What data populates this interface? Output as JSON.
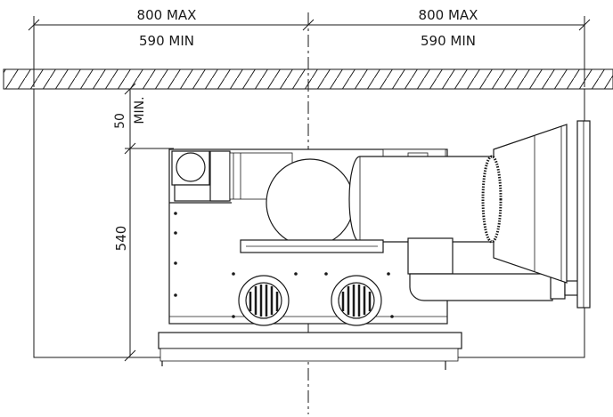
{
  "dimensions": {
    "left_max": "800 MAX",
    "left_min": "590 MIN",
    "right_max": "800 MAX",
    "right_min": "590 MIN",
    "clearance_value": "50",
    "clearance_unit": "MIN.",
    "height_value": "540"
  },
  "colors": {
    "line": "#1a1a1a",
    "hatch": "#1a1a1a",
    "background": "#ffffff"
  }
}
